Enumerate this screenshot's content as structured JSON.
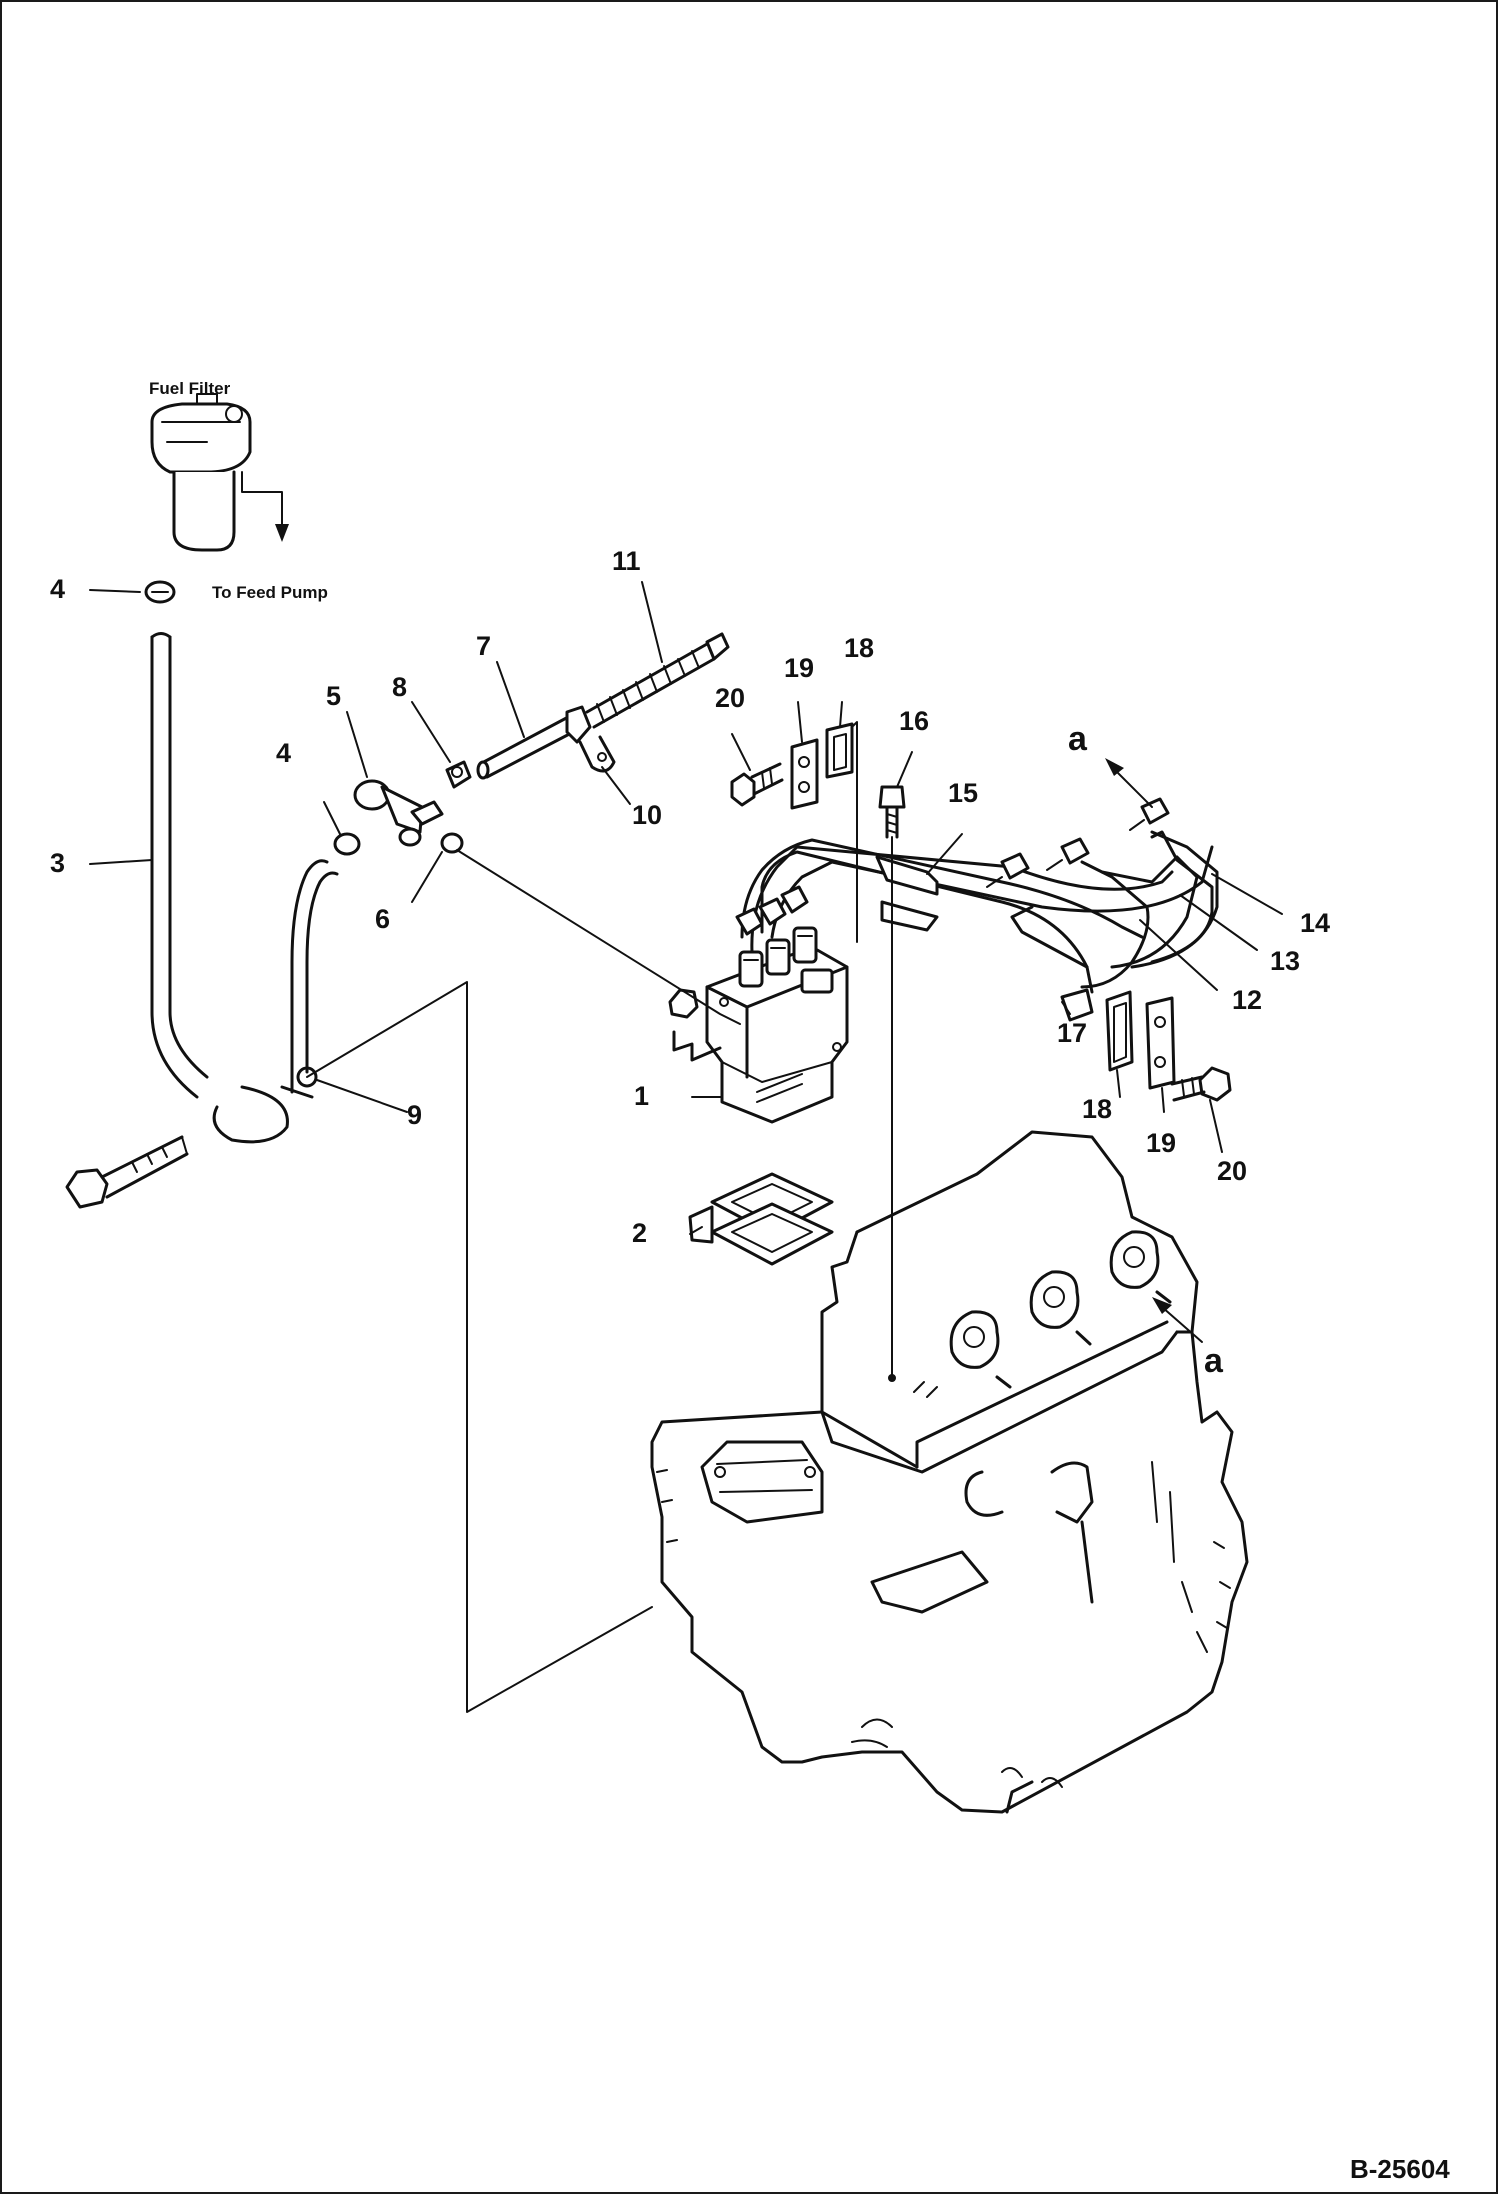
{
  "annotations": {
    "fuel_filter": "Fuel Filter",
    "to_feed_pump": "To Feed Pump",
    "drawing_number": "B-25604"
  },
  "callouts": {
    "n1": "1",
    "n2": "2",
    "n3": "3",
    "n4a": "4",
    "n4b": "4",
    "n5": "5",
    "n6": "6",
    "n7": "7",
    "n8": "8",
    "n9": "9",
    "n10": "10",
    "n11": "11",
    "n12": "12",
    "n13": "13",
    "n14": "14",
    "n15": "15",
    "n16": "16",
    "n17": "17",
    "n18a": "18",
    "n18b": "18",
    "n19a": "19",
    "n19b": "19",
    "n20a": "20",
    "n20b": "20",
    "a1": "a",
    "a2": "a"
  }
}
